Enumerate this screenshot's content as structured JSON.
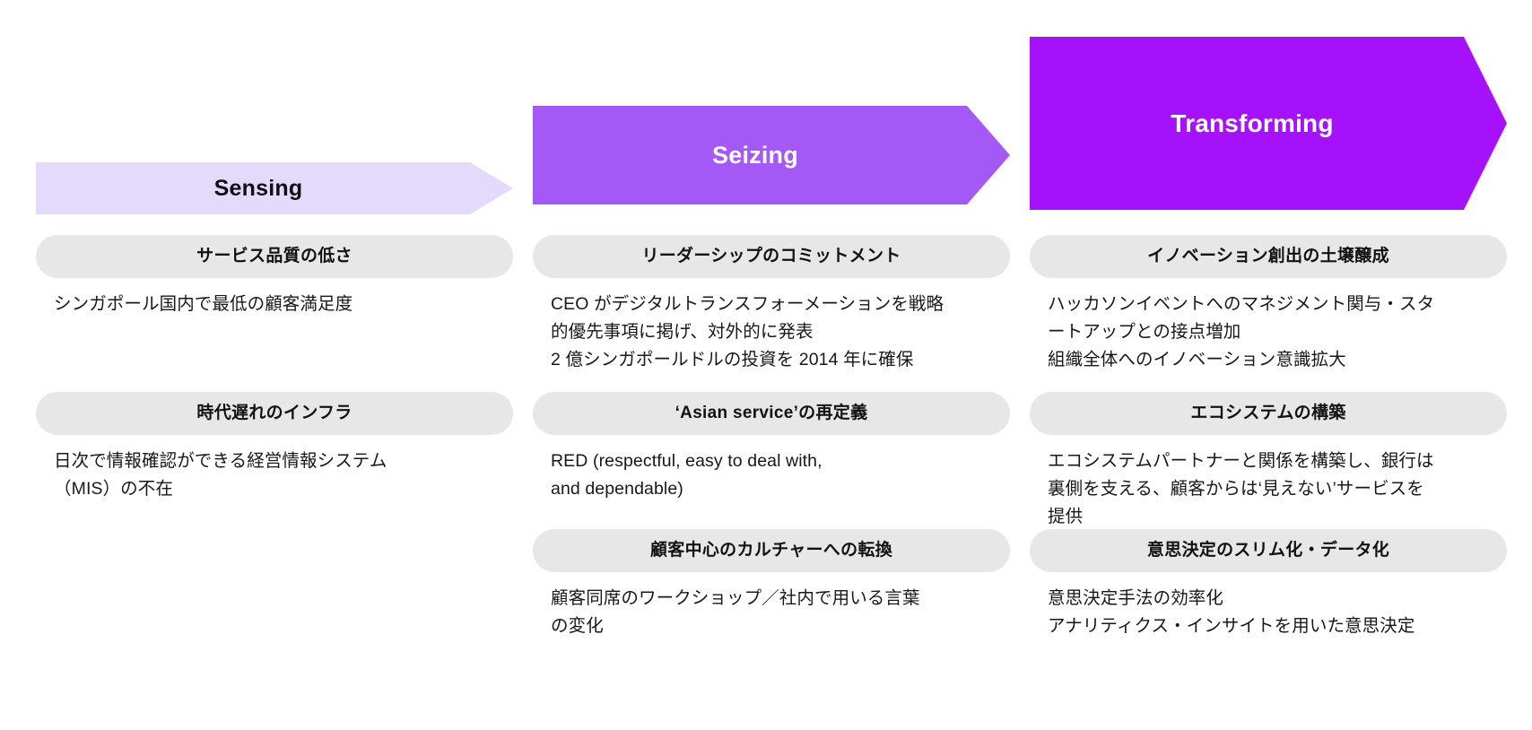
{
  "stages": [
    {
      "id": "sensing",
      "label": "Sensing",
      "color": "#E4DAFB",
      "text_color": "#111111",
      "items": [
        {
          "title": "サービス品質の低さ",
          "body": "シンガポール国内で最低の顧客満足度"
        },
        {
          "title": "時代遅れのインフラ",
          "body": "日次で情報確認ができる経営情報システム\n（MIS）の不在"
        }
      ]
    },
    {
      "id": "seizing",
      "label": "Seizing",
      "color": "#A458F5",
      "text_color": "#FFFFFF",
      "items": [
        {
          "title": "リーダーシップのコミットメント",
          "body": "CEO がデジタルトランスフォーメーションを戦略\n的優先事項に掲げ、対外的に発表\n2 億シンガポールドルの投資を 2014 年に確保"
        },
        {
          "title": "‘Asian service’の再定義",
          "body": "RED (respectful, easy to deal with,\nand dependable)"
        },
        {
          "title": "顧客中心のカルチャーへの転換",
          "body": "顧客同席のワークショップ／社内で用いる言葉\nの変化"
        }
      ]
    },
    {
      "id": "transforming",
      "label": "Transforming",
      "color": "#A511FA",
      "text_color": "#FFFFFF",
      "items": [
        {
          "title": "イノベーション創出の土壌醸成",
          "body": "ハッカソンイベントへのマネジメント関与・スタ\nートアップとの接点増加\n組織全体へのイノベーション意識拡大"
        },
        {
          "title": "エコシステムの構築",
          "body": "エコシステムパートナーと関係を構築し、銀行は\n裏側を支える、顧客からは‘見えない’サービスを\n提供"
        },
        {
          "title": "意思決定のスリム化・データ化",
          "body": "意思決定手法の効率化\nアナリティクス・インサイトを用いた意思決定"
        }
      ]
    }
  ]
}
